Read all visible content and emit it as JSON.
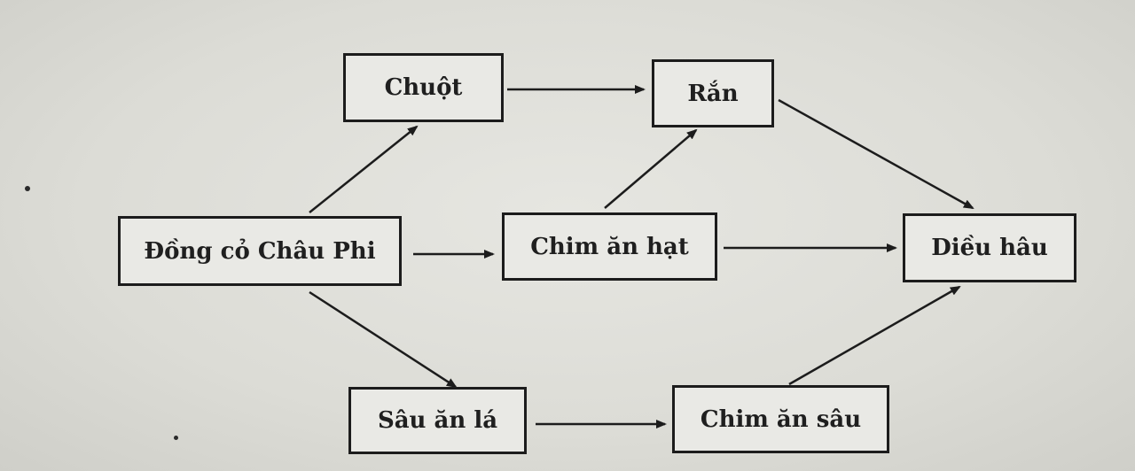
{
  "diagram": {
    "nodes": [
      {
        "id": "chuot",
        "label": "Chuột"
      },
      {
        "id": "ran",
        "label": "Rắn"
      },
      {
        "id": "dongco",
        "label": "Đồng cỏ Châu Phi"
      },
      {
        "id": "chimhat",
        "label": "Chim ăn hạt"
      },
      {
        "id": "dieuhau",
        "label": "Diều hâu"
      },
      {
        "id": "sau",
        "label": "Sâu ăn lá"
      },
      {
        "id": "chimsau",
        "label": "Chim ăn sâu"
      }
    ],
    "edges": [
      {
        "from": "dongco",
        "to": "chuot"
      },
      {
        "from": "dongco",
        "to": "chimhat"
      },
      {
        "from": "dongco",
        "to": "sau"
      },
      {
        "from": "chuot",
        "to": "ran"
      },
      {
        "from": "chimhat",
        "to": "ran"
      },
      {
        "from": "chimhat",
        "to": "dieuhau"
      },
      {
        "from": "ran",
        "to": "dieuhau"
      },
      {
        "from": "sau",
        "to": "chimsau"
      },
      {
        "from": "chimsau",
        "to": "dieuhau"
      }
    ],
    "colors": {
      "line": "#1c1c1c",
      "box_fill": "#e9e9e5",
      "background": "#dcdcd6"
    }
  }
}
